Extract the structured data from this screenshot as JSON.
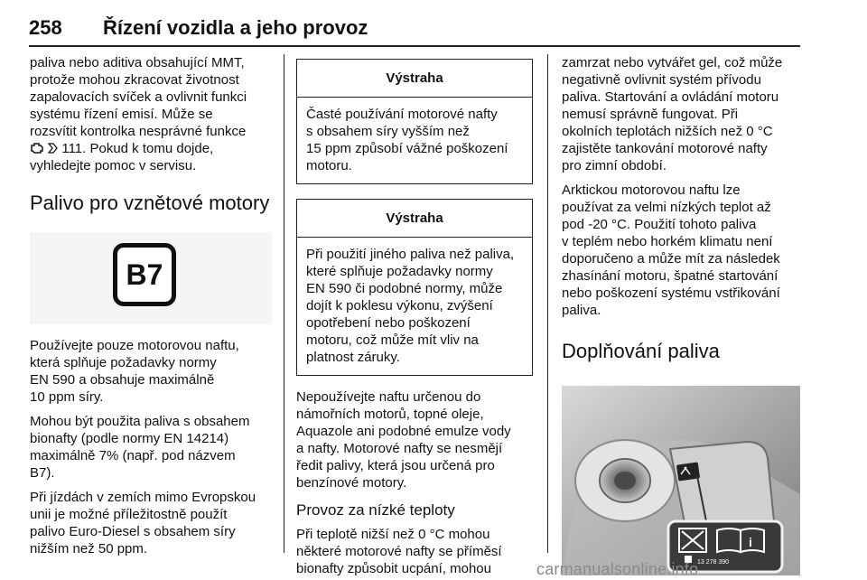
{
  "header": {
    "page_number": "258",
    "chapter_title": "Řízení vozidla a jeho provoz"
  },
  "col1": {
    "intro": [
      "paliva nebo aditiva obsahující MMT,",
      "protože mohou zkracovat životnost",
      "zapalovacích svíček a ovlivnit funkci",
      "systému řízení emisí. Může se",
      "rozsvítit kontrolka nesprávné funkce",
      "vyhledejte pomoc v servisu."
    ],
    "ref_text": "111. Pokud k tomu dojde,",
    "section_title": "Palivo pro vznětové motory",
    "b7_label": "B7",
    "para1": [
      "Používejte pouze motorovou naftu,",
      "která splňuje požadavky normy",
      "EN 590 a obsahuje maximálně",
      "10 ppm síry."
    ],
    "para2": [
      "Mohou být použita paliva s obsahem",
      "bionafty (podle normy EN 14214)",
      "maximálně 7% (např. pod názvem",
      "B7)."
    ],
    "para3": [
      "Při jízdách v zemích mimo Evropskou",
      "unii je možné příležitostně použít",
      "palivo Euro-Diesel s obsahem síry",
      "nižším než 50 ppm."
    ]
  },
  "col2": {
    "warning1": {
      "title": "Výstraha",
      "lines": [
        "Časté používání motorové nafty",
        "s obsahem síry vyšším než",
        "15 ppm způsobí vážné poškození",
        "motoru."
      ]
    },
    "warning2": {
      "title": "Výstraha",
      "lines": [
        "Při použití jiného paliva než paliva,",
        "které splňuje požadavky normy",
        "EN 590 či podobné normy, může",
        "dojít k poklesu výkonu, zvýšení",
        "opotřebení nebo poškození",
        "motoru, což může mít vliv na",
        "platnost záruky."
      ]
    },
    "para1": [
      "Nepoužívejte naftu určenou do",
      "námořních motorů, topné oleje,",
      "Aquazole ani podobné emulze vody",
      "a nafty. Motorové nafty se nesmějí",
      "ředit palivy, která jsou určená pro",
      "benzínové motory."
    ],
    "subheading": "Provoz za nízké teploty",
    "para2": [
      "Při teplotě nižší než 0 °C mohou",
      "některé motorové nafty se příměsí",
      "bionafty způsobit ucpání, mohou"
    ]
  },
  "col3": {
    "para1": [
      "zamrzat nebo vytvářet gel, což může",
      "negativně ovlivnit systém přívodu",
      "paliva. Startování a ovládání motoru",
      "nemusí správně fungovat. Při",
      "okolních teplotách nižších než 0 °C",
      "zajistěte tankování motorové nafty",
      "pro zimní období."
    ],
    "para2": [
      "Arktickou motorovou naftu lze",
      "používat za velmi nízkých teplot až",
      "pod -20 °C. Použití tohoto paliva",
      "v teplém nebo horkém klimatu není",
      "doporučeno a může mít za následek",
      "zhasínání motoru, špatné startování",
      "nebo poškození systému vstřikování",
      "paliva."
    ],
    "section_title": "Doplňování paliva",
    "photo_label": "13 278 390"
  },
  "watermark": "carmanualsonline.info"
}
